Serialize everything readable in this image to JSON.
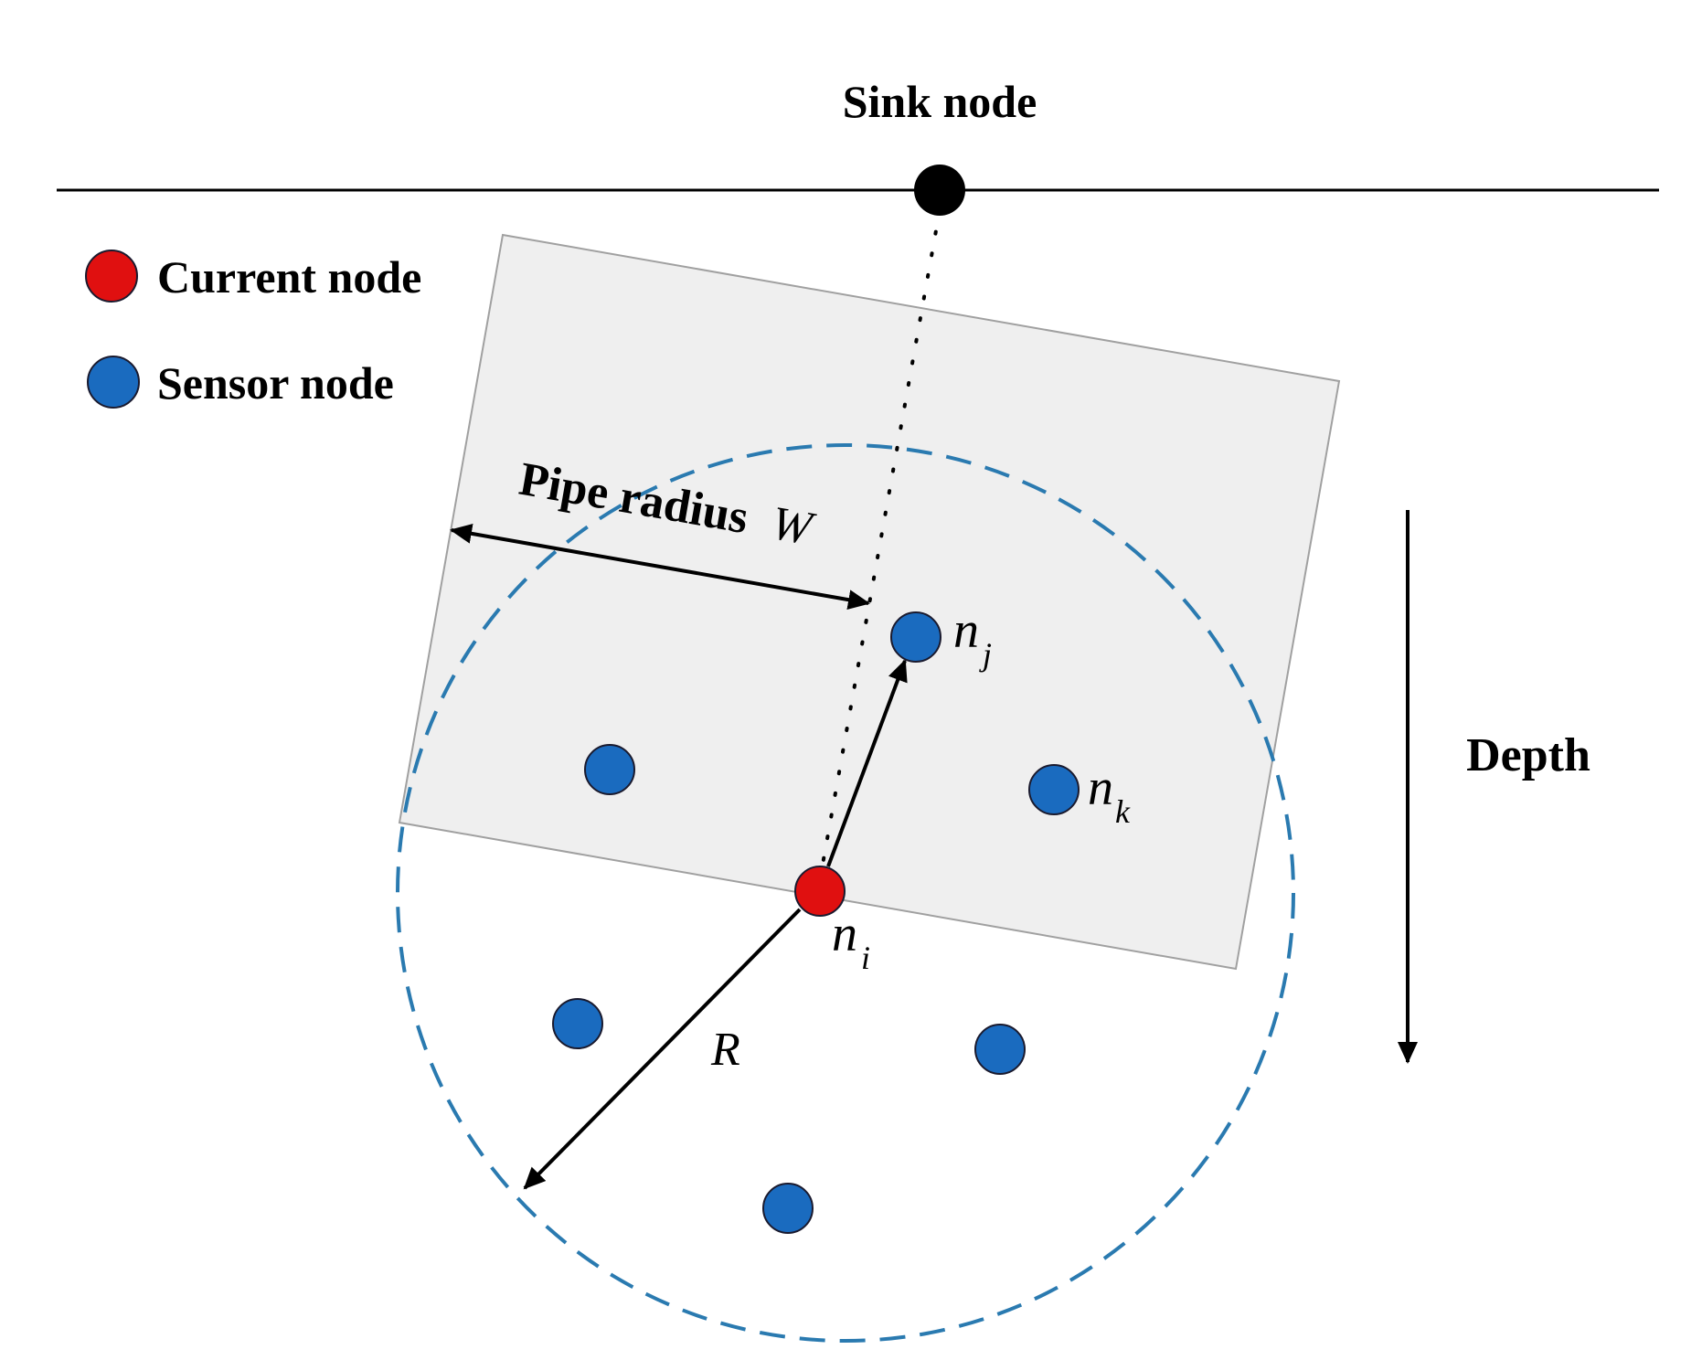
{
  "colors": {
    "background": "#ffffff",
    "pipe_fill": "#efefef",
    "pipe_stroke": "#a0a0a0",
    "range_circle": "#2a7ab0",
    "current_node": "#e01010",
    "sensor_node": "#1a6bbf",
    "node_outline": "#1a1a2e",
    "sink_node": "#000000",
    "lines": "#000000"
  },
  "labels": {
    "sink": "Sink node",
    "legend_current": "Current node",
    "legend_sensor": "Sensor node",
    "pipe_radius": "Pipe radius",
    "pipe_radius_var": "W",
    "depth": "Depth",
    "range_var": "R",
    "n_i_base": "n",
    "n_i_sub": "i",
    "n_j_base": "n",
    "n_j_sub": "j",
    "n_k_base": "n",
    "n_k_sub": "k"
  },
  "legend": [
    {
      "name": "Current node",
      "color": "#e01010"
    },
    {
      "name": "Sensor node",
      "color": "#1a6bbf"
    }
  ],
  "nodes": {
    "sink": 1,
    "current": 1,
    "sensor_in_pipe": 3,
    "sensor_outside_pipe": 3
  }
}
